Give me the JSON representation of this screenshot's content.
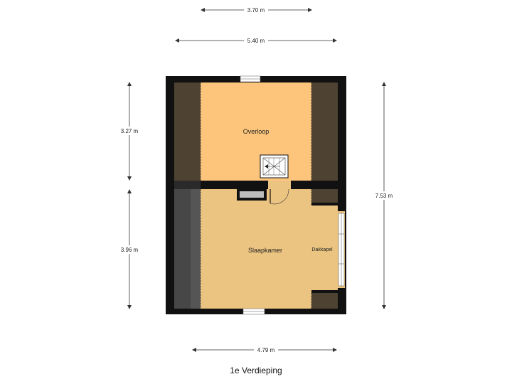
{
  "floor_title": "1e Verdieping",
  "rooms": {
    "overloop": "Overloop",
    "slaapkamer": "Slaapkamer",
    "dakkapel": "Dakkapel"
  },
  "dimensions": {
    "top_inner": "3.70 m",
    "top_outer": "5.40 m",
    "left_upper": "3.27 m",
    "left_lower": "3.96 m",
    "right_total": "7.53 m",
    "bottom": "4.79 m"
  },
  "colors": {
    "wall": "#111111",
    "overloop_floor": "#fcc57b",
    "slaapkamer_floor": "#ecc481",
    "eaves_brown": "#4e4232",
    "eaves_grey": "#474747",
    "dimension_line": "#333333"
  }
}
